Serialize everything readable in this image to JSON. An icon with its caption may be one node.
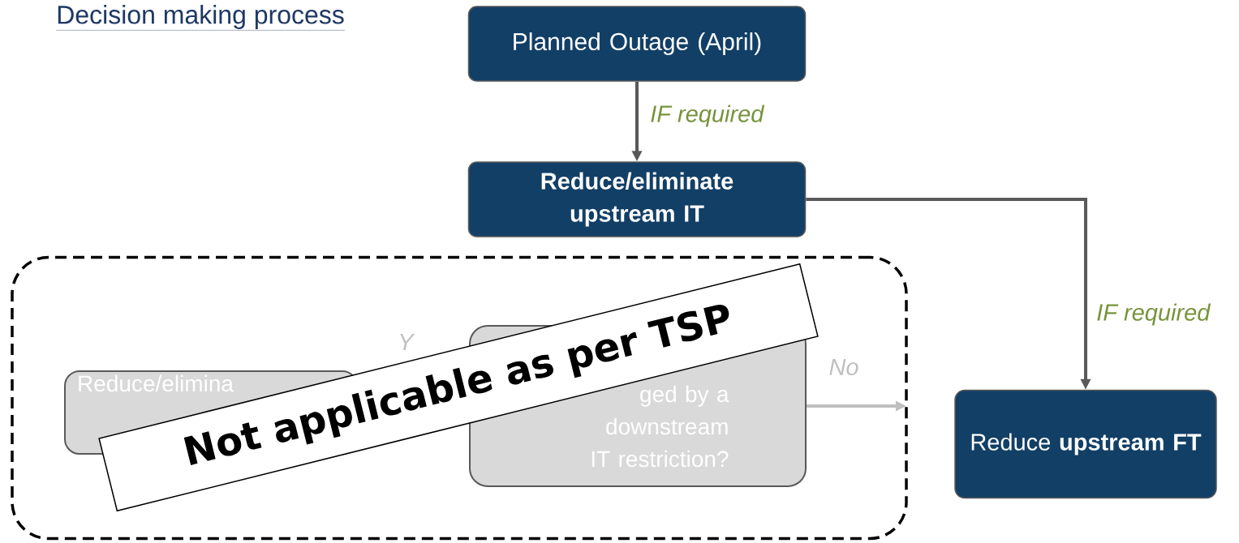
{
  "diagram": {
    "title": "Decision making process",
    "nodes": [
      {
        "text": [
          "Planned Outage (April)"
        ]
      },
      {
        "text": [
          "Reduce/eliminate upstream IT"
        ]
      },
      {
        "text": [
          "Reduce **upstream FT**"
        ]
      },
      {
        "text": [],
        "shape": "box"
      },
      {
        "text": [
          "Reduce/elimina"
        ],
        "in": 3
      },
      {
        "text": [
          "ged by a downstream IT restriction?"
        ],
        "in": 3
      },
      {
        "text": [
          "Not applicable as per TSP"
        ],
        "in": 3
      }
    ],
    "edges": [
      {
        "from": 0,
        "to": 1,
        "arrow": "to",
        "label": "IF required"
      },
      {
        "from": 1,
        "to": 2,
        "arrow": "to",
        "label": "IF required"
      },
      {
        "from": 5,
        "to": 3,
        "arrow": "to",
        "label": "No",
        "color": "#bfbfbf"
      }
    ],
    "labels": [
      "Y"
    ]
  }
}
